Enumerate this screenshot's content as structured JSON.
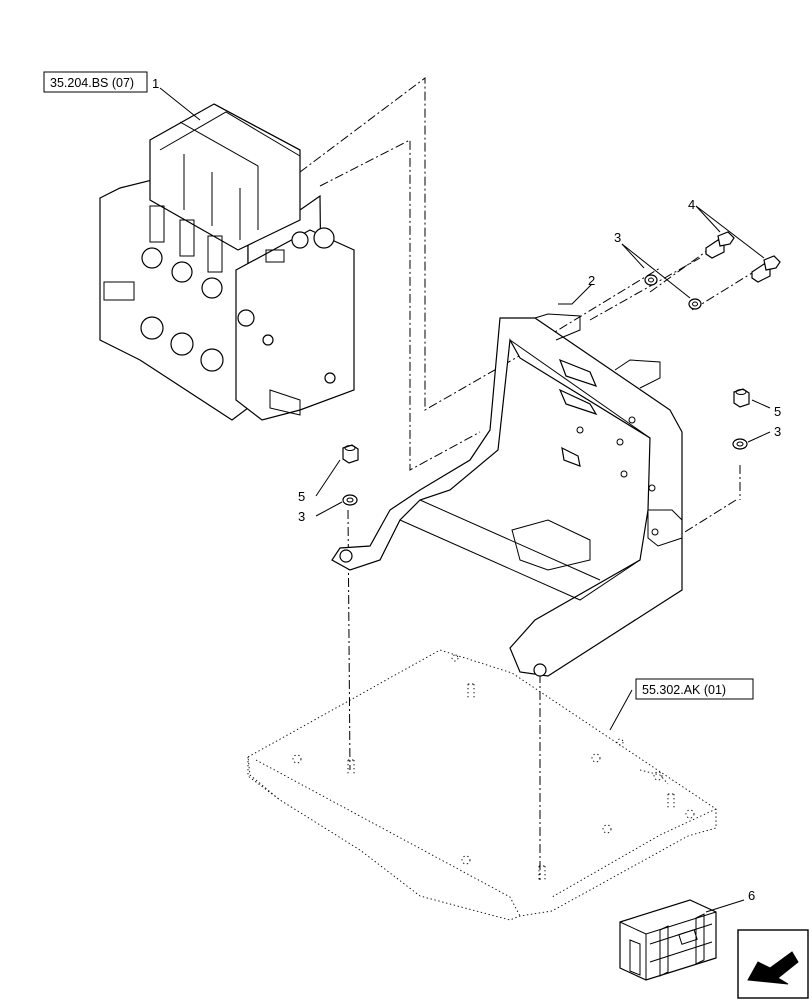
{
  "references": [
    {
      "text": "35.204.BS (07)"
    },
    {
      "text": "55.302.AK (01)"
    }
  ],
  "callouts": [
    "1",
    "2",
    "3",
    "3",
    "3",
    "4",
    "5",
    "5",
    "6"
  ]
}
